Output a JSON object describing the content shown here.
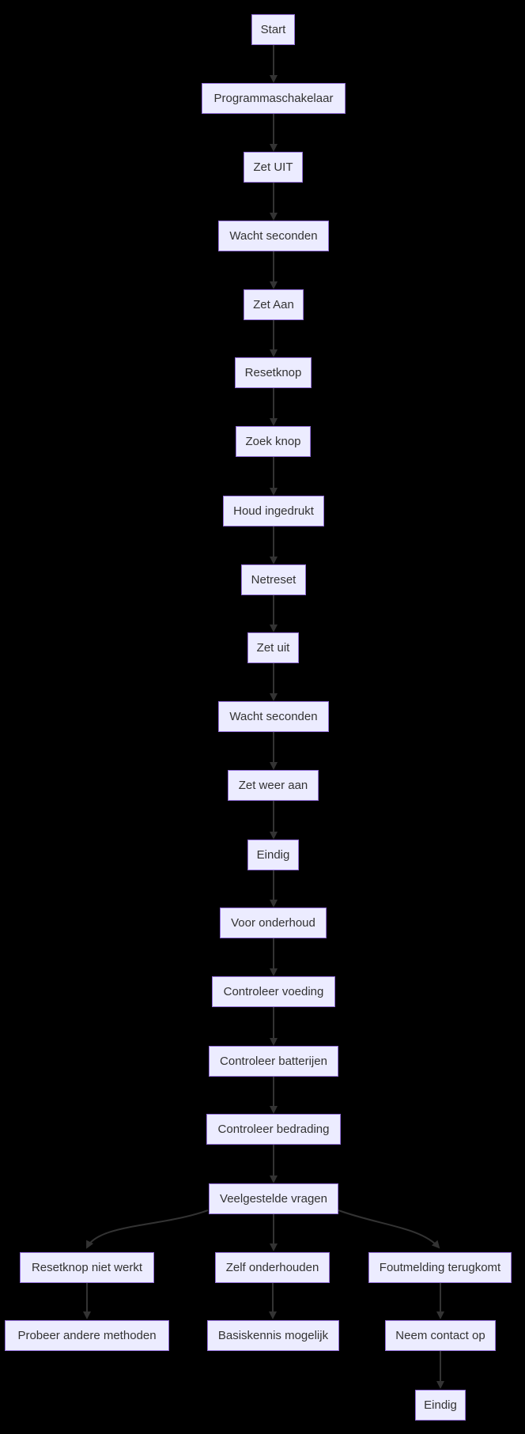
{
  "diagram": {
    "type": "flowchart",
    "direction": "top-down",
    "colors": {
      "background": "#000000",
      "node_fill": "#ECECFF",
      "node_border": "#9370DB",
      "node_text": "#333333",
      "edge": "#333333"
    },
    "nodes": [
      {
        "id": "start",
        "label": "Start"
      },
      {
        "id": "programmaschakelaar",
        "label": "Programmaschakelaar"
      },
      {
        "id": "zet-uit-1",
        "label": "Zet UIT"
      },
      {
        "id": "wacht-seconden-1",
        "label": "Wacht seconden"
      },
      {
        "id": "zet-aan",
        "label": "Zet Aan"
      },
      {
        "id": "resetknop",
        "label": "Resetknop"
      },
      {
        "id": "zoek-knop",
        "label": "Zoek knop"
      },
      {
        "id": "houd-ingedrukt",
        "label": "Houd ingedrukt"
      },
      {
        "id": "netreset",
        "label": "Netreset"
      },
      {
        "id": "zet-uit-2",
        "label": "Zet uit"
      },
      {
        "id": "wacht-seconden-2",
        "label": "Wacht seconden"
      },
      {
        "id": "zet-weer-aan",
        "label": "Zet weer aan"
      },
      {
        "id": "eindig-1",
        "label": "Eindig"
      },
      {
        "id": "voor-onderhoud",
        "label": "Voor onderhoud"
      },
      {
        "id": "controleer-voeding",
        "label": "Controleer voeding"
      },
      {
        "id": "controleer-batterijen",
        "label": "Controleer batterijen"
      },
      {
        "id": "controleer-bedrading",
        "label": "Controleer bedrading"
      },
      {
        "id": "veelgestelde-vragen",
        "label": "Veelgestelde vragen"
      },
      {
        "id": "resetknop-niet-werkt",
        "label": "Resetknop niet werkt"
      },
      {
        "id": "zelf-onderhouden",
        "label": "Zelf onderhouden"
      },
      {
        "id": "foutmelding-terugkomt",
        "label": "Foutmelding terugkomt"
      },
      {
        "id": "probeer-andere-methoden",
        "label": "Probeer andere methoden"
      },
      {
        "id": "basiskennis-mogelijk",
        "label": "Basiskennis mogelijk"
      },
      {
        "id": "neem-contact-op",
        "label": "Neem contact op"
      },
      {
        "id": "eindig-2",
        "label": "Eindig"
      }
    ],
    "edges": [
      {
        "from": "start",
        "to": "programmaschakelaar"
      },
      {
        "from": "programmaschakelaar",
        "to": "zet-uit-1"
      },
      {
        "from": "zet-uit-1",
        "to": "wacht-seconden-1"
      },
      {
        "from": "wacht-seconden-1",
        "to": "zet-aan"
      },
      {
        "from": "zet-aan",
        "to": "resetknop"
      },
      {
        "from": "resetknop",
        "to": "zoek-knop"
      },
      {
        "from": "zoek-knop",
        "to": "houd-ingedrukt"
      },
      {
        "from": "houd-ingedrukt",
        "to": "netreset"
      },
      {
        "from": "netreset",
        "to": "zet-uit-2"
      },
      {
        "from": "zet-uit-2",
        "to": "wacht-seconden-2"
      },
      {
        "from": "wacht-seconden-2",
        "to": "zet-weer-aan"
      },
      {
        "from": "zet-weer-aan",
        "to": "eindig-1"
      },
      {
        "from": "eindig-1",
        "to": "voor-onderhoud"
      },
      {
        "from": "voor-onderhoud",
        "to": "controleer-voeding"
      },
      {
        "from": "controleer-voeding",
        "to": "controleer-batterijen"
      },
      {
        "from": "controleer-batterijen",
        "to": "controleer-bedrading"
      },
      {
        "from": "controleer-bedrading",
        "to": "veelgestelde-vragen"
      },
      {
        "from": "veelgestelde-vragen",
        "to": "resetknop-niet-werkt"
      },
      {
        "from": "veelgestelde-vragen",
        "to": "zelf-onderhouden"
      },
      {
        "from": "veelgestelde-vragen",
        "to": "foutmelding-terugkomt"
      },
      {
        "from": "resetknop-niet-werkt",
        "to": "probeer-andere-methoden"
      },
      {
        "from": "zelf-onderhouden",
        "to": "basiskennis-mogelijk"
      },
      {
        "from": "foutmelding-terugkomt",
        "to": "neem-contact-op"
      },
      {
        "from": "neem-contact-op",
        "to": "eindig-2"
      }
    ]
  }
}
